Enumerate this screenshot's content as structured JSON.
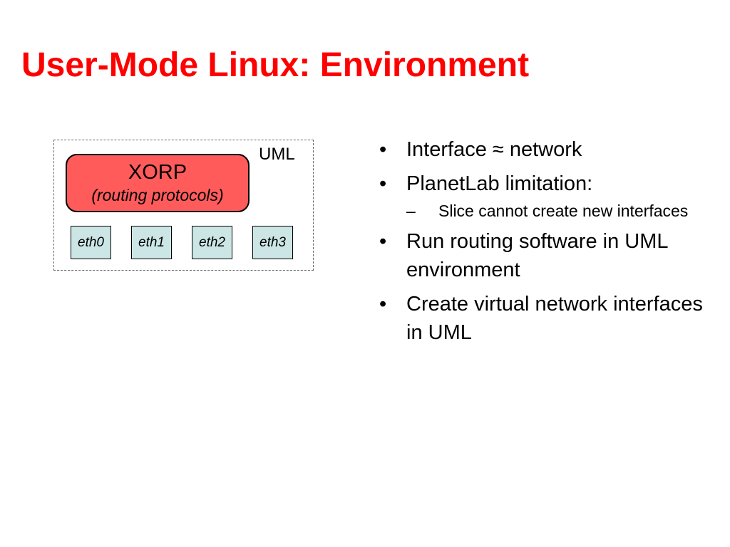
{
  "slide": {
    "title": "User-Mode Linux: Environment"
  },
  "diagram": {
    "container_label": "UML",
    "process": {
      "name": "XORP",
      "subtitle": "(routing protocols)"
    },
    "interfaces": [
      "eth0",
      "eth1",
      "eth2",
      "eth3"
    ]
  },
  "bullets": [
    {
      "text": "Interface ≈ network"
    },
    {
      "text": "PlanetLab limitation:",
      "sub": [
        "Slice cannot create new interfaces"
      ]
    },
    {
      "text": "Run routing software in UML environment"
    },
    {
      "text": "Create virtual network interfaces in UML"
    }
  ],
  "markers": {
    "bullet": "•",
    "sub": "–"
  },
  "colors": {
    "title": "#ff0000",
    "process_fill": "#ff5b5b",
    "interface_fill": "#cce6e6"
  }
}
